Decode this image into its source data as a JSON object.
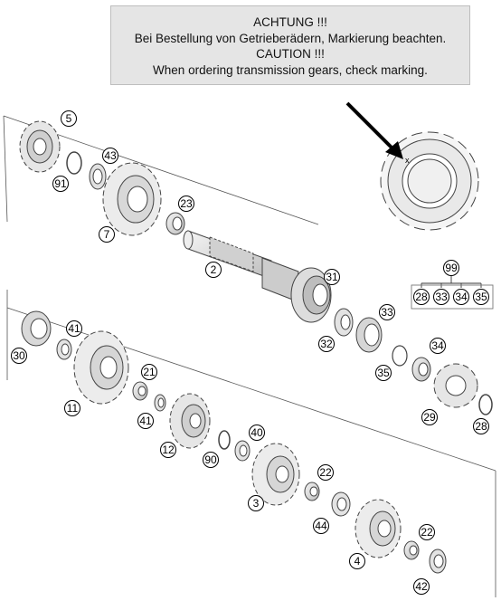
{
  "notice": {
    "line1": "ACHTUNG !!!",
    "line2": "Bei Bestellung von Getrieberädern, Markierung beachten.",
    "line3": "CAUTION !!!",
    "line4": "When ordering transmission gears, check marking."
  },
  "parts": {
    "p5": "5",
    "p91": "91",
    "p43": "43",
    "p7": "7",
    "p23": "23",
    "p2": "2",
    "p31": "31",
    "p32": "32",
    "p33": "33",
    "p35": "35",
    "p34": "34",
    "p29": "29",
    "p28": "28",
    "p99": "99",
    "kit": [
      "28",
      "33",
      "34",
      "35"
    ],
    "p30": "30",
    "p41a": "41",
    "p11": "11",
    "p21": "21",
    "p41b": "41",
    "p12": "12",
    "p90": "90",
    "p40": "40",
    "p3": "3",
    "p22a": "22",
    "p44": "44",
    "p4": "4",
    "p22b": "22",
    "p42": "42"
  }
}
